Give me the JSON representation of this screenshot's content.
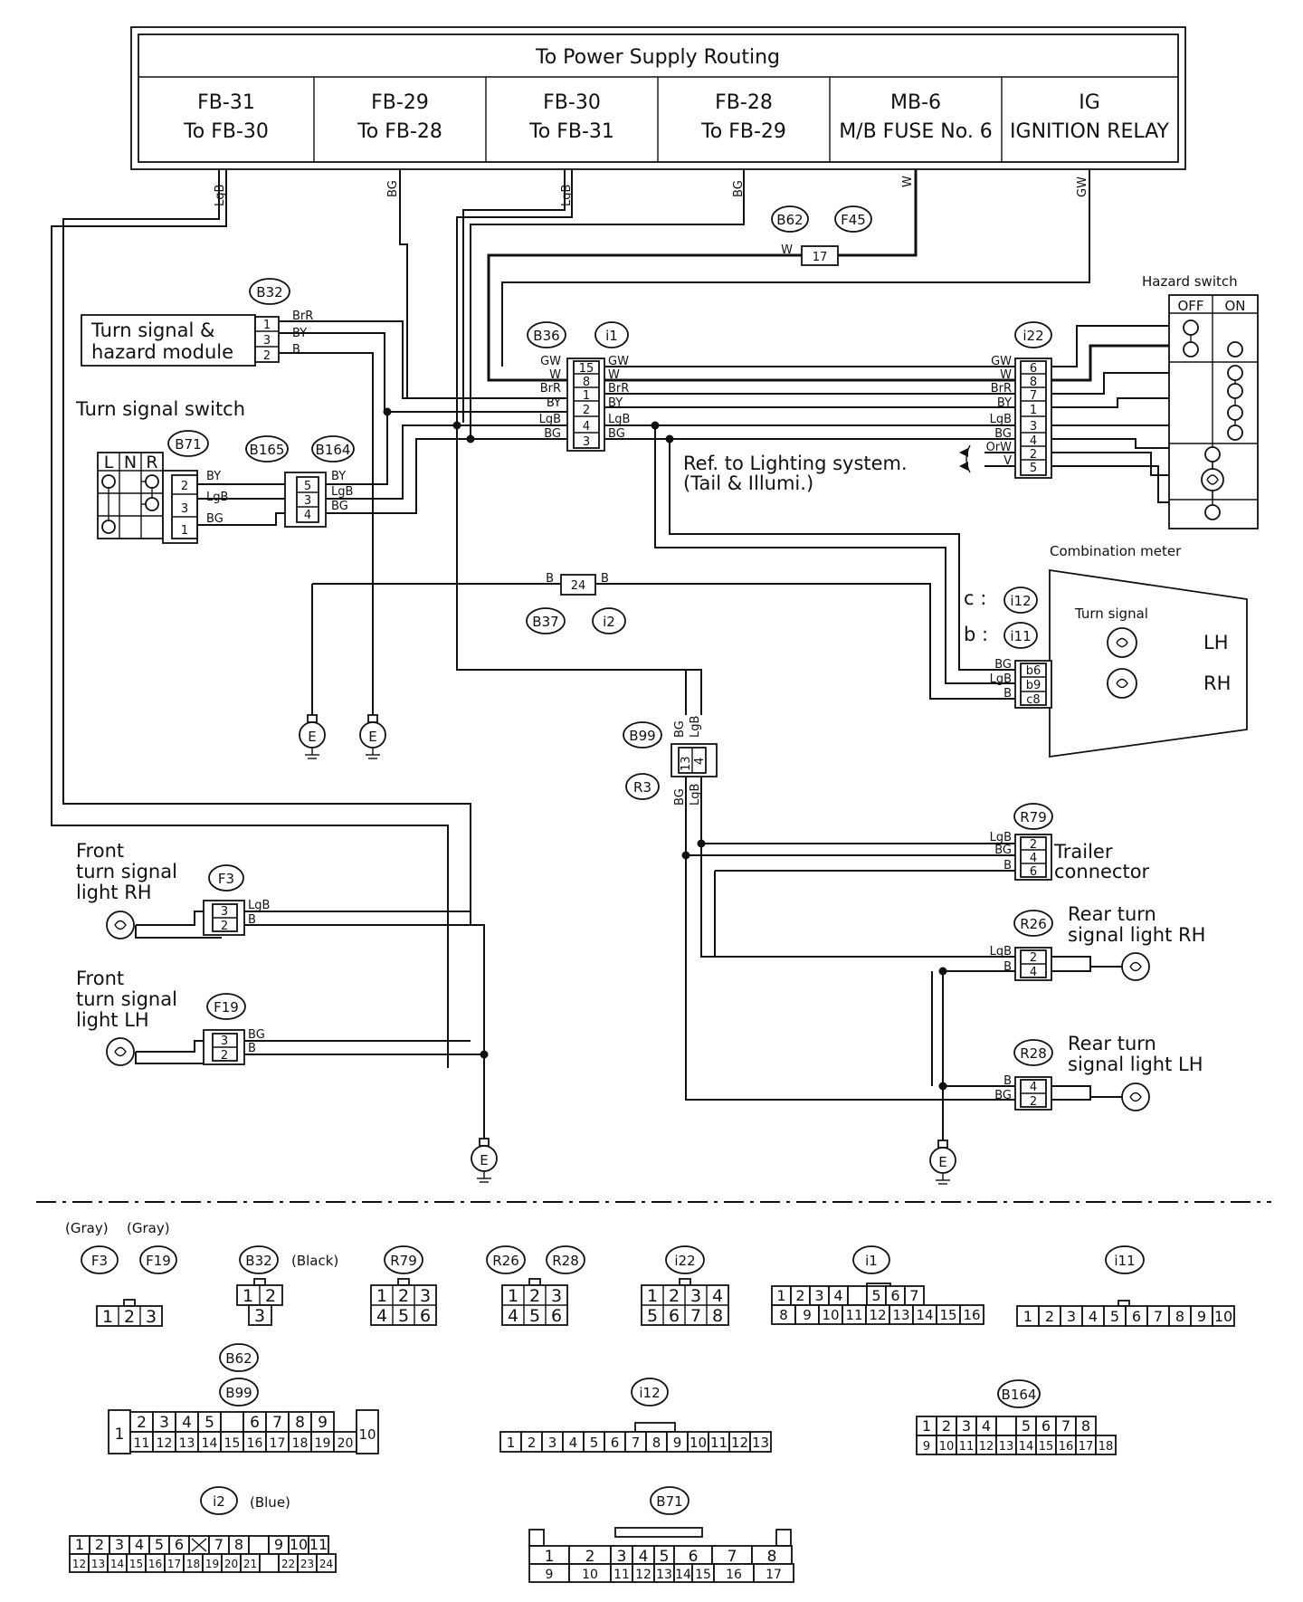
{
  "power_routing": {
    "title": "To Power Supply Routing",
    "columns": [
      {
        "line1": "FB-31",
        "line2": "To FB-30"
      },
      {
        "line1": "FB-29",
        "line2": "To FB-28"
      },
      {
        "line1": "FB-30",
        "line2": "To FB-31"
      },
      {
        "line1": "FB-28",
        "line2": "To FB-29"
      },
      {
        "line1": "MB-6",
        "line2": "M/B FUSE No. 6"
      },
      {
        "line1": "IG",
        "line2": "IGNITION RELAY"
      }
    ],
    "wire_colors": [
      "LgB",
      "BG",
      "LgB",
      "BG",
      "W",
      "GW"
    ]
  },
  "components": {
    "turn_module": [
      "Turn signal &",
      "hazard module"
    ],
    "turn_switch": "Turn signal switch",
    "hazard_switch": "Hazard switch",
    "hazard_off": "OFF",
    "hazard_on": "ON",
    "combination_meter": "Combination meter",
    "turn_signal": "Turn signal",
    "lh": "LH",
    "rh": "RH",
    "ref_lighting": [
      "Ref. to Lighting system.",
      "(Tail & Illumi.)"
    ],
    "trailer": [
      "Trailer",
      "connector"
    ],
    "front_rh": [
      "Front",
      "turn signal",
      "light RH"
    ],
    "front_lh": [
      "Front",
      "turn signal",
      "light LH"
    ],
    "rear_rh": [
      "Rear turn",
      "signal light RH"
    ],
    "rear_lh": [
      "Rear turn",
      "signal light LH"
    ],
    "ground": "E",
    "switch_positions": [
      "L",
      "N",
      "R"
    ],
    "meter_c": "c :",
    "meter_b": "b :"
  },
  "connector_tags": {
    "b32": "B32",
    "b36": "B36",
    "i1": "i1",
    "i22": "i22",
    "b62": "B62",
    "f45": "F45",
    "b71": "B71",
    "b165": "B165",
    "b164": "B164",
    "b37": "B37",
    "i2": "i2",
    "i12": "i12",
    "i11": "i11",
    "b99": "B99",
    "r3": "R3",
    "r79": "R79",
    "f3": "F3",
    "f19": "F19",
    "r26": "R26",
    "r28": "R28"
  },
  "pins": {
    "b62_pin": "17",
    "b62_wire": "W",
    "b32_pins": [
      "1",
      "3",
      "2"
    ],
    "b32_wires": [
      "BrR",
      "BY",
      "B"
    ],
    "b36_pins": [
      "15",
      "8",
      "1",
      "2",
      "4",
      "3"
    ],
    "b36_left_wires": [
      "GW",
      "W",
      "BrR",
      "BY",
      "LgB",
      "BG"
    ],
    "b36_right_wires": [
      "GW",
      "W",
      "BrR",
      "BY",
      "LgB",
      "BG"
    ],
    "i22_pins": [
      "6",
      "8",
      "7",
      "1",
      "3",
      "4",
      "2",
      "5"
    ],
    "i22_wires": [
      "GW",
      "W",
      "BrR",
      "BY",
      "LgB",
      "BG",
      "OrW",
      "V"
    ],
    "b71_pins": [
      "2",
      "3",
      "1"
    ],
    "b71_wires": [
      "BY",
      "LgB",
      "BG"
    ],
    "b165_pins": [
      "5",
      "3",
      "4"
    ],
    "b165_wires": [
      "BY",
      "LgB",
      "BG"
    ],
    "b37_pin": "24",
    "b37_wire_l": "B",
    "b37_wire_r": "B",
    "meter_pins": [
      "b6",
      "b9",
      "c8"
    ],
    "meter_wires": [
      "BG",
      "LgB",
      "B"
    ],
    "b99_pins": [
      "13",
      "4"
    ],
    "b99_wires": [
      "BG",
      "LgB"
    ],
    "r79_pins": [
      "2",
      "4",
      "6"
    ],
    "r79_wires": [
      "LgB",
      "BG",
      "B"
    ],
    "f3_pins": [
      "3",
      "2"
    ],
    "f3_wires": [
      "LgB",
      "B"
    ],
    "f19_pins": [
      "3",
      "2"
    ],
    "f19_wires": [
      "BG",
      "B"
    ],
    "r26_pins": [
      "2",
      "4"
    ],
    "r26_wires": [
      "LgB",
      "B"
    ],
    "r28_pins": [
      "4",
      "2"
    ],
    "r28_wires": [
      "B",
      "BG"
    ]
  },
  "legend": {
    "gray1": "(Gray)",
    "gray2": "(Gray)",
    "black": "(Black)",
    "blue": "(Blue)",
    "f3": "F3",
    "f19": "F19",
    "b32": "B32",
    "r79": "R79",
    "r26": "R26",
    "r28": "R28",
    "i22": "i22",
    "i1": "i1",
    "i11": "i11",
    "b62": "B62",
    "b99": "B99",
    "i12": "i12",
    "b164": "B164",
    "i2": "i2",
    "b71": "B71",
    "f3_pins": [
      "1",
      "2",
      "3"
    ],
    "b32_pins": [
      "1",
      "2",
      "3"
    ],
    "r79_pins": [
      "1",
      "2",
      "3",
      "4",
      "5",
      "6"
    ],
    "r26_pins": [
      "1",
      "2",
      "3",
      "4",
      "5",
      "6"
    ],
    "i22_pins": [
      "1",
      "2",
      "3",
      "4",
      "5",
      "6",
      "7",
      "8"
    ],
    "i1_top": [
      "1",
      "2",
      "3",
      "4",
      "",
      "5",
      "6",
      "7"
    ],
    "i1_bot": [
      "8",
      "9",
      "10",
      "11",
      "12",
      "13",
      "14",
      "15",
      "16"
    ],
    "i11_pins": [
      "1",
      "2",
      "3",
      "4",
      "5",
      "6",
      "7",
      "8",
      "9",
      "10"
    ],
    "b62_left": "1",
    "b62_right": "10",
    "b62_top": [
      "2",
      "3",
      "4",
      "5",
      "",
      "6",
      "7",
      "8",
      "9"
    ],
    "b62_bot": [
      "11",
      "12",
      "13",
      "14",
      "15",
      "16",
      "17",
      "18",
      "19",
      "20"
    ],
    "i12_pins": [
      "1",
      "2",
      "3",
      "4",
      "5",
      "6",
      "7",
      "8",
      "9",
      "10",
      "11",
      "12",
      "13"
    ],
    "b164_top": [
      "1",
      "2",
      "3",
      "4",
      "",
      "5",
      "6",
      "7",
      "8"
    ],
    "b164_bot": [
      "9",
      "10",
      "11",
      "12",
      "13",
      "14",
      "15",
      "16",
      "17",
      "18"
    ],
    "i2_top": [
      "1",
      "2",
      "3",
      "4",
      "5",
      "6",
      "X",
      "7",
      "8",
      "",
      "9",
      "10",
      "11"
    ],
    "i2_bot": [
      "12",
      "13",
      "14",
      "15",
      "16",
      "17",
      "18",
      "19",
      "20",
      "21",
      "",
      "22",
      "23",
      "24"
    ],
    "b71_top": [
      "1",
      "2",
      "3",
      "4",
      "5",
      "6",
      "7",
      "8"
    ],
    "b71_bot": [
      "9",
      "10",
      "11",
      "12",
      "13",
      "14",
      "15",
      "16",
      "17"
    ]
  }
}
